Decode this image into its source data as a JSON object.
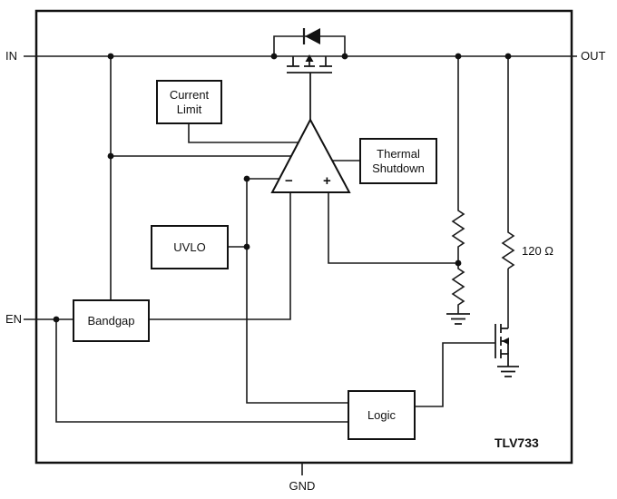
{
  "title": {
    "part_number": "TLV733"
  },
  "pins": {
    "in": "IN",
    "out": "OUT",
    "en": "EN",
    "gnd": "GND"
  },
  "blocks": {
    "current_limit": "Current Limit",
    "thermal_shutdown": "Thermal Shutdown",
    "uvlo": "UVLO",
    "bandgap": "Bandgap",
    "logic": "Logic"
  },
  "amplifier": {
    "minus": "−",
    "plus": "+"
  },
  "labels": {
    "discharge_resistor": "120 Ω"
  },
  "colors": {
    "line": "#1a1a1a",
    "background": "#ffffff"
  }
}
